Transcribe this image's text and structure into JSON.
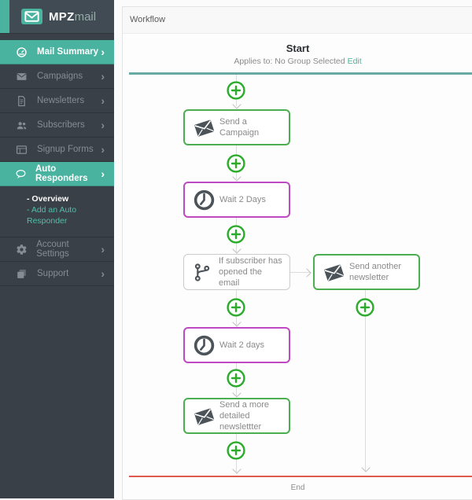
{
  "brand": {
    "bold": "MPZ",
    "light": "mail"
  },
  "sidebar": {
    "chevron": "›",
    "items": [
      {
        "label": "Mail Summary",
        "icon": "gauge-icon",
        "active": true
      },
      {
        "label": "Campaigns",
        "icon": "envelope-icon",
        "active": false
      },
      {
        "label": "Newsletters",
        "icon": "document-icon",
        "active": false
      },
      {
        "label": "Subscribers",
        "icon": "users-icon",
        "active": false
      },
      {
        "label": "Signup Forms",
        "icon": "form-icon",
        "active": false
      },
      {
        "label": "Auto Responders",
        "icon": "chat-bubble-icon",
        "active": true
      },
      {
        "label": "Account Settings",
        "icon": "gear-icon",
        "active": false
      },
      {
        "label": "Support",
        "icon": "stacked-docs-icon",
        "active": false
      }
    ],
    "subitems": [
      {
        "label": "- Overview",
        "current": true
      },
      {
        "label": "- Add an Auto Responder",
        "current": false
      }
    ]
  },
  "panel": {
    "title": "Workflow"
  },
  "flow": {
    "start_title": "Start",
    "start_subtitle": "Applies to: No Group Selected",
    "edit_link": "Edit",
    "nodes": [
      {
        "label": "Send a Campaign",
        "icon": "envelope-icon",
        "border": "green"
      },
      {
        "label": "Wait 2 Days",
        "icon": "clock-icon",
        "border": "purple"
      },
      {
        "label": "If subscriber has opened the email",
        "icon": "branch-icon",
        "border": "gray"
      },
      {
        "label": "Send another newsletter",
        "icon": "envelope-icon",
        "border": "green"
      },
      {
        "label": "Wait 2 days",
        "icon": "clock-icon",
        "border": "purple"
      },
      {
        "label": "Send a more detailed newslettter",
        "icon": "envelope-icon",
        "border": "green"
      }
    ],
    "end_label": "End"
  },
  "colors": {
    "sidebar_bg": "#3a4047",
    "accent_teal": "#49b3a0",
    "node_green": "#4bae4f",
    "node_purple": "#bf49c3",
    "node_gray": "#cccccc",
    "plus_green": "#2aac2a",
    "start_line_teal": "#6aa8a3",
    "end_line_red": "#de5a50"
  }
}
